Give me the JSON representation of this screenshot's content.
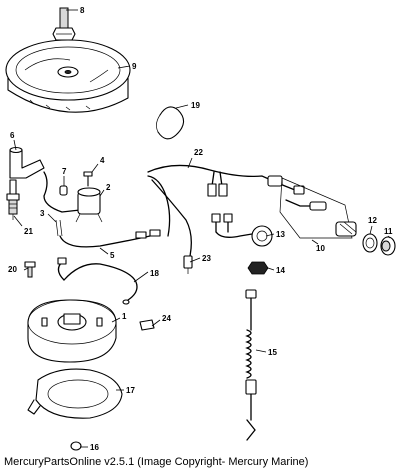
{
  "callouts": {
    "c1": "1",
    "c2": "2",
    "c3": "3",
    "c4": "4",
    "c5": "5",
    "c6": "6",
    "c7": "7",
    "c8": "8",
    "c9": "9",
    "c10": "10",
    "c11": "11",
    "c12": "12",
    "c13": "13",
    "c14": "14",
    "c15": "15",
    "c16": "16",
    "c17": "17",
    "c18": "18",
    "c19": "19",
    "c20": "20",
    "c21": "21",
    "c22": "22",
    "c23": "23",
    "c24": "24"
  },
  "footer": {
    "text": "MercuryPartsOnline v2.5.1 (Image Copyright- Mercury Marine)"
  }
}
